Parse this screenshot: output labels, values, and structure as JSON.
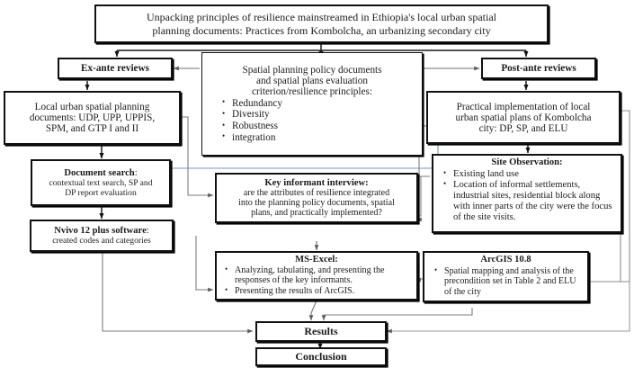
{
  "diagram": {
    "title_box": {
      "line1": "Unpacking principles of resilience mainstreamed in Ethiopia's local urban spatial",
      "line2": "planning documents: Practices from Kombolcha, an urbanizing secondary city"
    },
    "ex_ante": {
      "label": "Ex-ante reviews"
    },
    "post_ante": {
      "label": "Post-ante reviews"
    },
    "criteria": {
      "line1": "Spatial planning policy documents",
      "line2": "and spatial plans evaluation",
      "line3": "criterion/resilience principles:",
      "bullets": [
        "Redundancy",
        "Diversity",
        "Robustness",
        "integration"
      ]
    },
    "local_docs": {
      "line1": "Local urban spatial planning",
      "line2": "documents: UDP, UPP, UPPIS,",
      "line3": "SPM, and GTP I and II"
    },
    "practical": {
      "line1": "Practical implementation of local",
      "line2": "urban spatial plans of Kombolcha",
      "line3": "city: DP, SP, and ELU"
    },
    "document_search": {
      "title": "Document search",
      "title_suffix": ":",
      "line1": "contextual text search, SP and",
      "line2": "DP report evaluation"
    },
    "site_observation": {
      "title": "Site Observation:",
      "bullets": [
        "Existing land use",
        "Location of informal settlements, industrial sites, residential block along with inner parts of the city were the focus of the site visits."
      ]
    },
    "key_informant": {
      "title": "Key informant interview:",
      "line1": "are the attributes of resilience integrated",
      "line2": "into the planning policy documents, spatial",
      "line3": "plans, and practically implemented?"
    },
    "nvivo": {
      "title": "Nvivo 12 plus software",
      "title_suffix": ":",
      "line1": "created codes and categories"
    },
    "ms_excel": {
      "title": "MS-Excel:",
      "bullets": [
        "Analyzing, tabulating, and presenting the responses of the key informants.",
        "Presenting the results of ArcGIS."
      ]
    },
    "arcgis": {
      "title": "ArcGIS 10.8",
      "bullets": [
        "Spatial mapping and analysis of the precondition set in Table 2 and ELU of the city"
      ]
    },
    "results": {
      "label": "Results"
    },
    "conclusion": {
      "label": "Conclusion"
    },
    "colors": {
      "box_border": "#111111",
      "connector_dark": "#7d7d7d",
      "connector_blue": "#7a93c4",
      "background": "#ffffff",
      "text": "#1b1b1b"
    }
  }
}
